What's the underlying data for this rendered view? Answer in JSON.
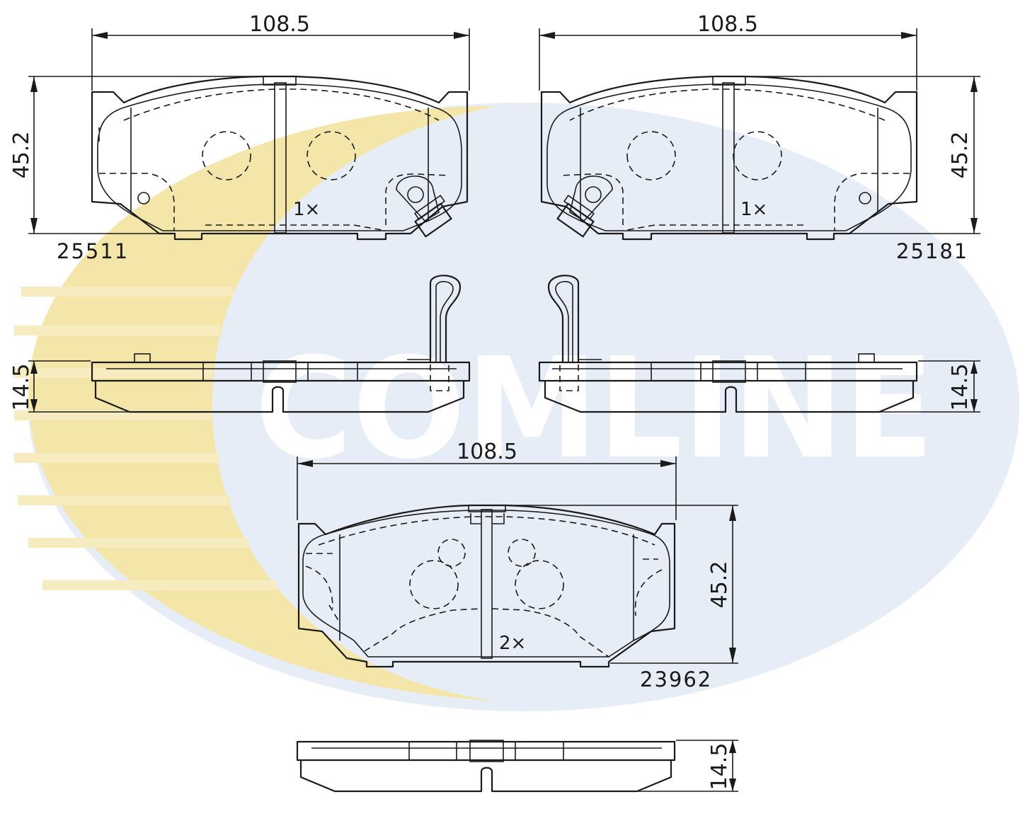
{
  "brand": {
    "watermark": "COMLINE",
    "colors": {
      "ring_yellow": "#f3e3a0",
      "ring_blue": "#e4ecf5",
      "stripe_yellow": "#f2e6b4",
      "text_white": "#ffffff"
    }
  },
  "views": {
    "pad_left": {
      "part_number": "25511",
      "width_mm": "108.5",
      "height_mm": "45.2",
      "quantity": "1×"
    },
    "pad_right": {
      "part_number": "25181",
      "width_mm": "108.5",
      "height_mm": "45.2",
      "quantity": "1×"
    },
    "side_left": {
      "thickness_mm": "14.5"
    },
    "side_right": {
      "thickness_mm": "14.5"
    },
    "pad_bottom": {
      "part_number": "23962",
      "width_mm": "108.5",
      "height_mm": "45.2",
      "quantity": "2×"
    },
    "side_bottom": {
      "thickness_mm": "14.5"
    }
  }
}
